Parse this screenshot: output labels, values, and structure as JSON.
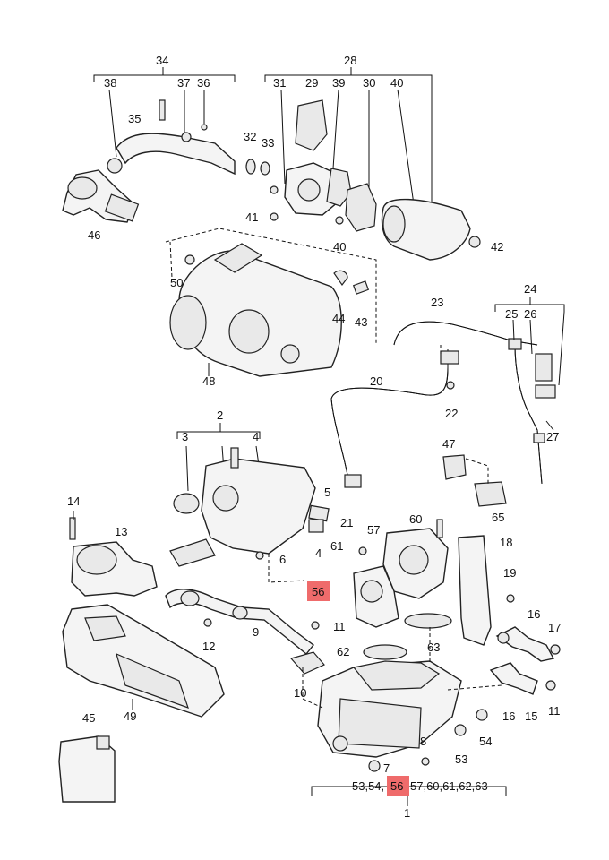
{
  "labels": {
    "l34": "34",
    "l28": "28",
    "l38": "38",
    "l37": "37",
    "l36": "36",
    "l31": "31",
    "l29": "29",
    "l39": "39",
    "l30": "30",
    "l40a": "40",
    "l35": "35",
    "l32": "32",
    "l33": "33",
    "l41": "41",
    "l40b": "40",
    "l42": "42",
    "l46": "46",
    "l50": "50",
    "l44": "44",
    "l43": "43",
    "l48": "48",
    "l23": "23",
    "l24": "24",
    "l25": "25",
    "l26": "26",
    "l20": "20",
    "l22": "22",
    "l27": "27",
    "l2": "2",
    "l3": "3",
    "l4a": "4",
    "l47": "47",
    "l5": "5",
    "l4b": "4",
    "l21": "21",
    "l65": "65",
    "l14": "14",
    "l13": "13",
    "l6": "6",
    "l57": "57",
    "l60": "60",
    "l18": "18",
    "l61": "61",
    "l19": "19",
    "l56": "56",
    "l11a": "11",
    "l12": "12",
    "l9": "9",
    "l62": "62",
    "l63": "63",
    "l16a": "16",
    "l17": "17",
    "l10": "10",
    "l15": "15",
    "l16b": "16",
    "l11b": "11",
    "l45": "45",
    "l49": "49",
    "l54": "54",
    "l8": "8",
    "l53": "53",
    "l7": "7",
    "bottom_left": "53,54,",
    "bottom_hl": "56",
    "bottom_right": "57,60,61,62,63",
    "l1": "1"
  },
  "highlight_color": "#ef6b6b"
}
